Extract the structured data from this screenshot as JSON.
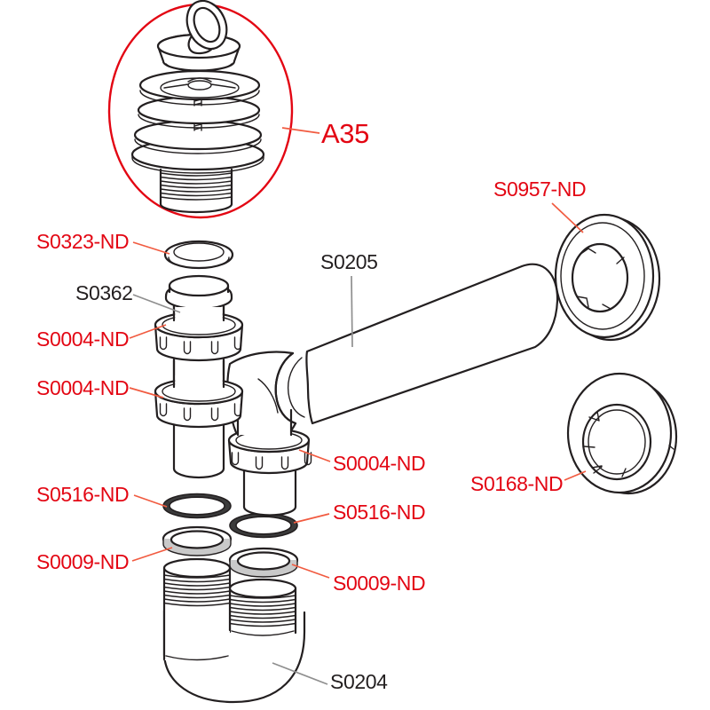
{
  "colors": {
    "label_red": "#e30613",
    "label_black": "#231f20",
    "leader_red": "#f15b40",
    "leader_gray": "#8f8f8f",
    "ink": "#231f20"
  },
  "labels": {
    "a35": "A35",
    "s0323": "S0323-ND",
    "s0362": "S0362",
    "s0004_1": "S0004-ND",
    "s0004_2": "S0004-ND",
    "s0004_3": "S0004-ND",
    "s0205": "S0205",
    "s0957": "S0957-ND",
    "s0168": "S0168-ND",
    "s0516_left": "S0516-ND",
    "s0516_right": "S0516-ND",
    "s0009_left": "S0009-ND",
    "s0009_right": "S0009-ND",
    "s0204": "S0204"
  }
}
